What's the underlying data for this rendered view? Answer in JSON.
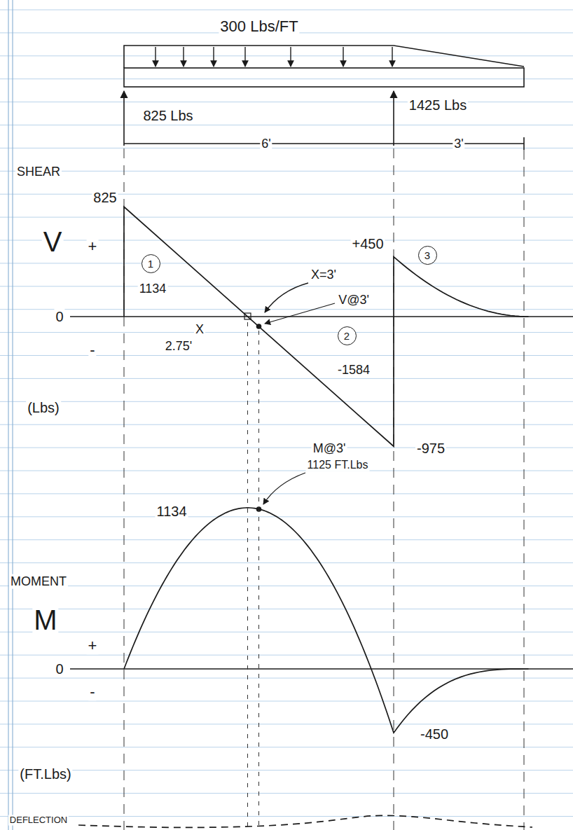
{
  "diagram": {
    "nodes": [
      {
        "text": [
          "1"
        ]
      },
      {
        "text": [
          "2"
        ]
      },
      {
        "text": [
          "3"
        ]
      }
    ],
    "labels": [
      "300 Lbs/FT",
      "825 Lbs",
      "6'",
      "1425 Lbs",
      "3'",
      "825",
      "SHEAR",
      "V",
      "+",
      "0",
      "-",
      "(Lbs)",
      "1134",
      "X=3'",
      "+450",
      "V@3'",
      "X",
      "2.75'",
      "-1584",
      "-975",
      "M@3'",
      "1125 FT.Lbs",
      "1134",
      "MOMENT",
      "M",
      "+",
      "0",
      "-",
      "-450",
      "(FT.Lbs)",
      "DEFLECTION"
    ]
  }
}
